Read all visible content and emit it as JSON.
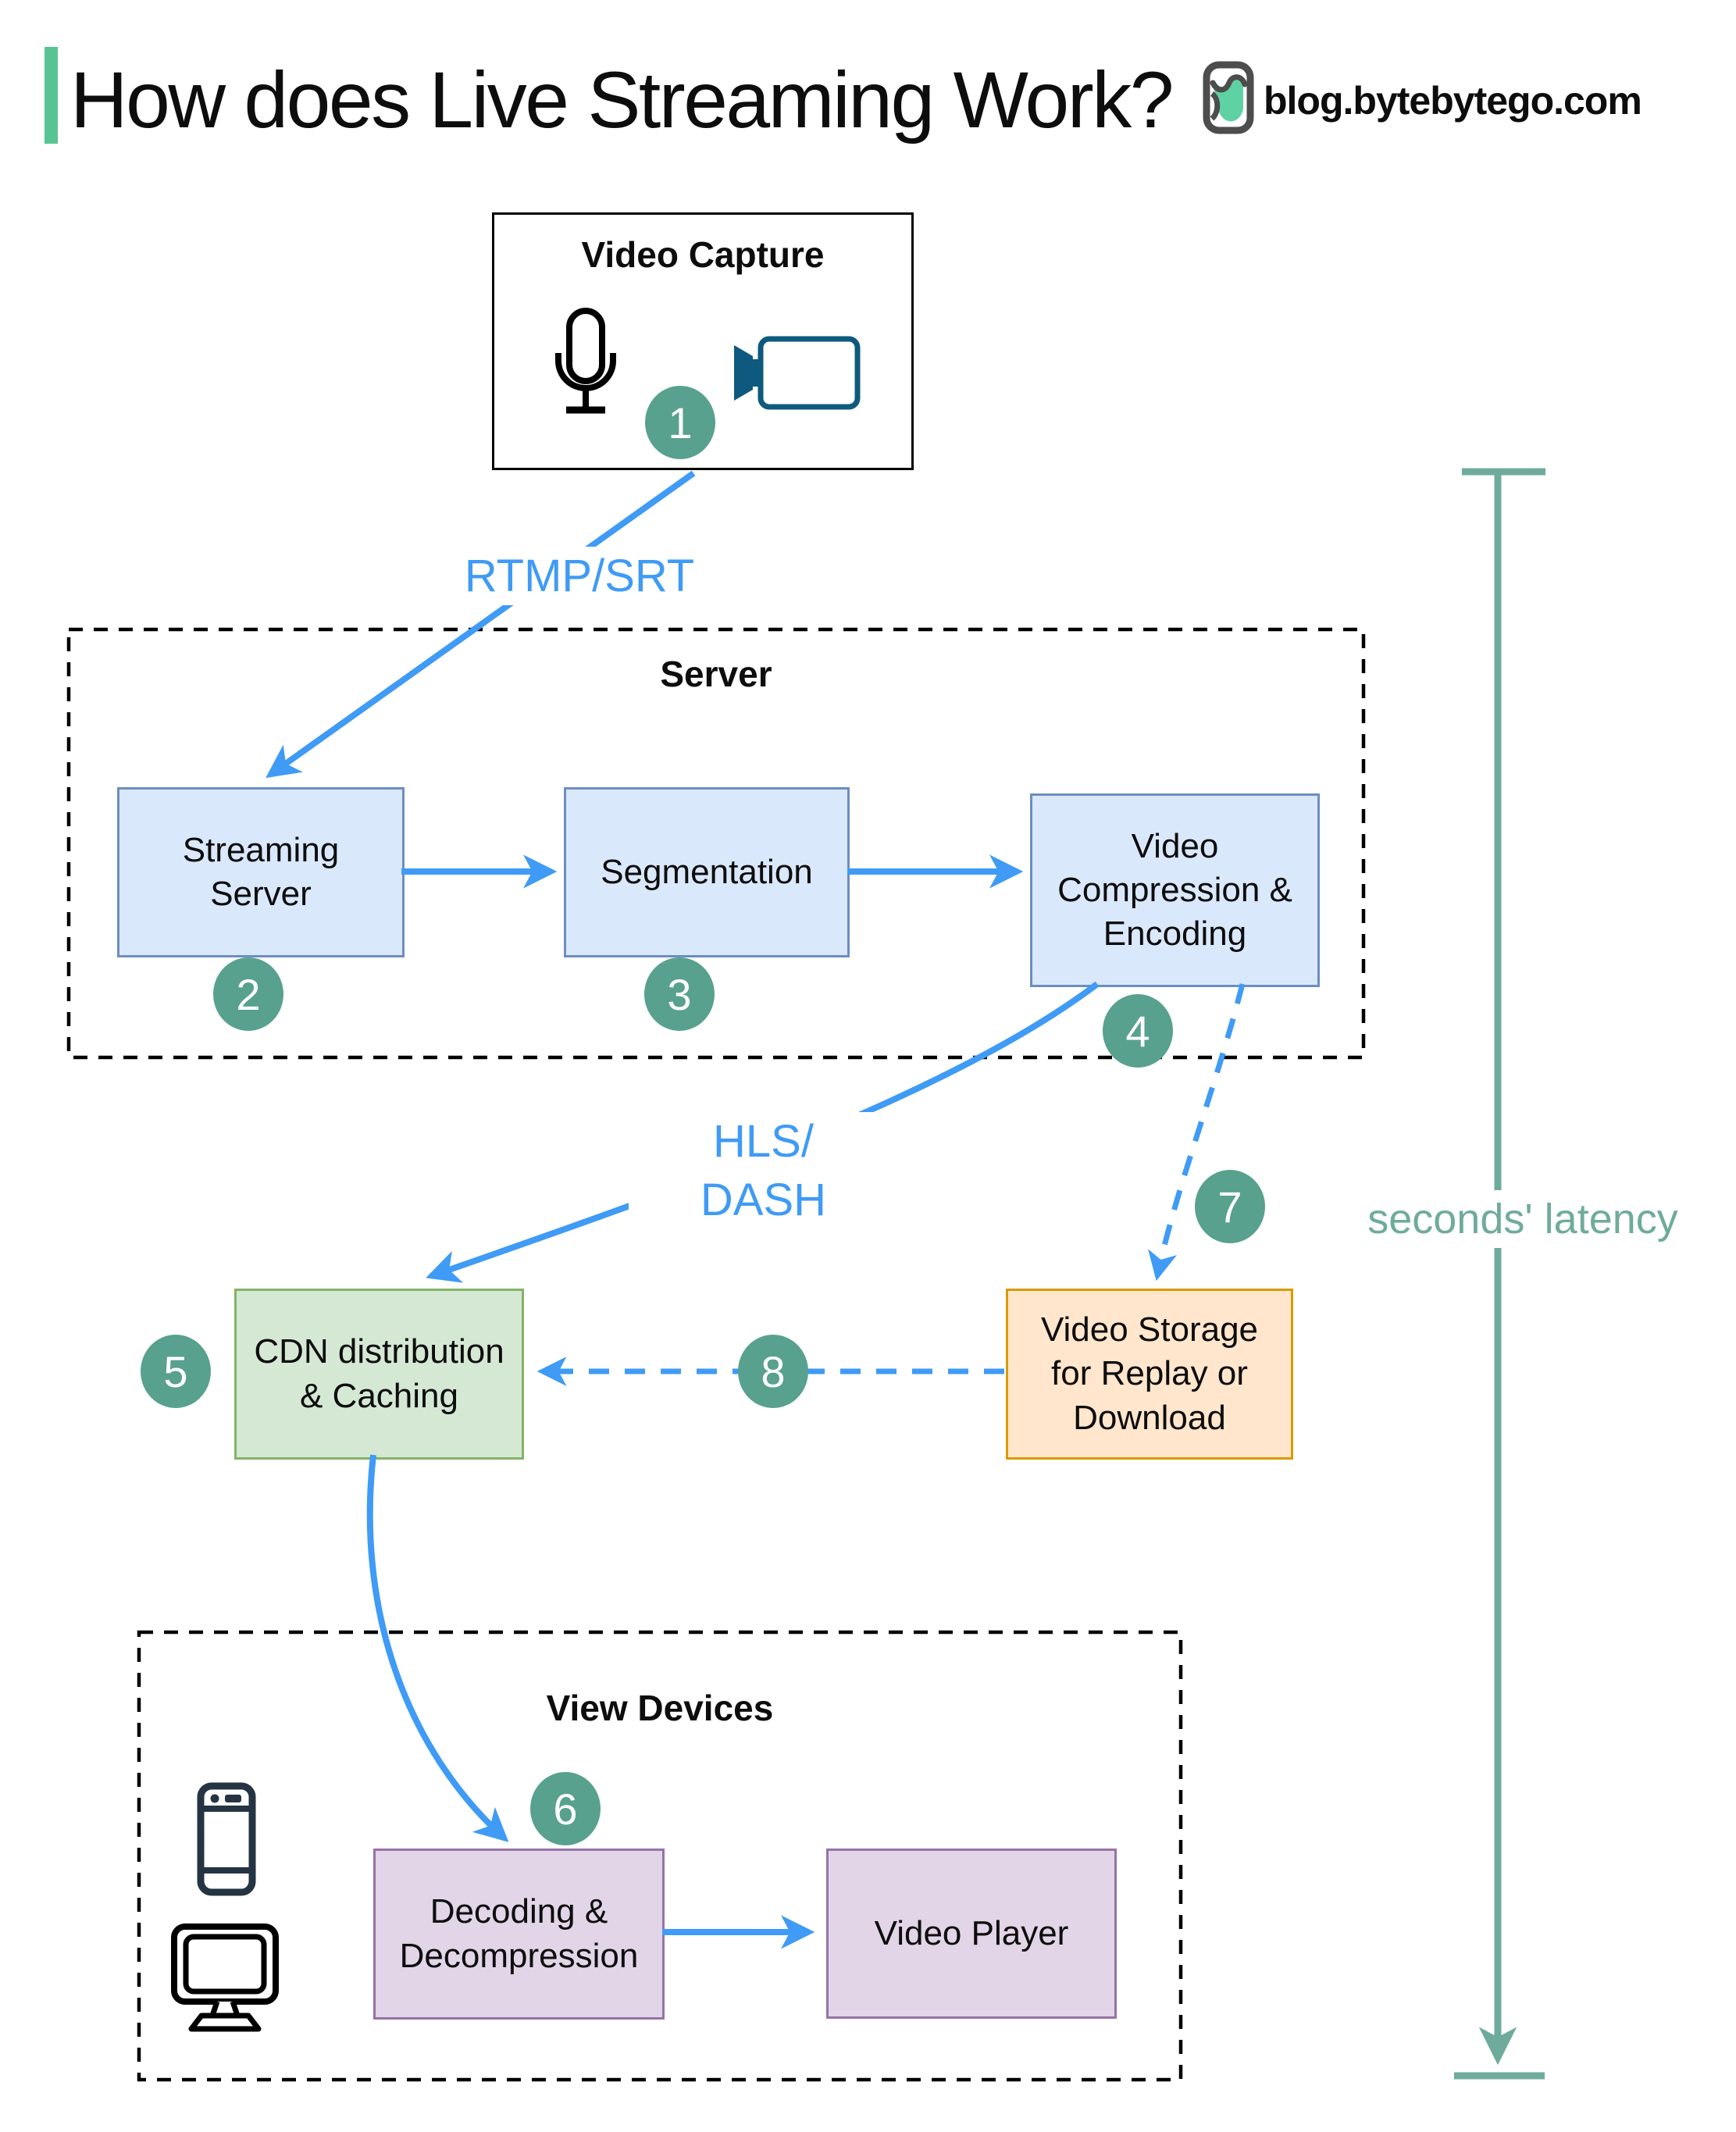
{
  "header": {
    "title": "How does Live Streaming Work?",
    "site": "blog.bytebytego.com"
  },
  "groups": {
    "server": "Server",
    "devices": "View Devices"
  },
  "nodes": {
    "capture": {
      "title": "Video Capture"
    },
    "streaming": {
      "line1": "Streaming",
      "line2": "Server"
    },
    "segmentation": {
      "line1": "Segmentation"
    },
    "compression": {
      "line1": "Video",
      "line2": "Compression &",
      "line3": "Encoding"
    },
    "cdn": {
      "line1": "CDN distribution",
      "line2": "& Caching"
    },
    "storage": {
      "line1": "Video Storage",
      "line2": "for Replay or",
      "line3": "Download"
    },
    "decoding": {
      "line1": "Decoding &",
      "line2": "Decompression"
    },
    "player": {
      "line1": "Video Player"
    }
  },
  "edges": {
    "rtmp": "RTMP/SRT",
    "hls_line1": "HLS/",
    "hls_line2": "DASH",
    "latency": "seconds' latency"
  },
  "steps": {
    "s1": "1",
    "s2": "2",
    "s3": "3",
    "s4": "4",
    "s5": "5",
    "s6": "6",
    "s7": "7",
    "s8": "8"
  },
  "colors": {
    "arrow_blue": "#3f9bf5",
    "badge_teal": "#58a18f",
    "latency_teal": "#6fab9c",
    "accent_green": "#58c494",
    "camera_teal": "#0e5a7e",
    "box_blue_fill": "#dae8fc",
    "box_blue_border": "#6c8ebf",
    "box_green_fill": "#d5e8d4",
    "box_green_border": "#82b366",
    "box_orange_fill": "#ffe6cc",
    "box_orange_border": "#d79b00",
    "box_purple_fill": "#e1d5e7",
    "box_purple_border": "#9673a6"
  }
}
